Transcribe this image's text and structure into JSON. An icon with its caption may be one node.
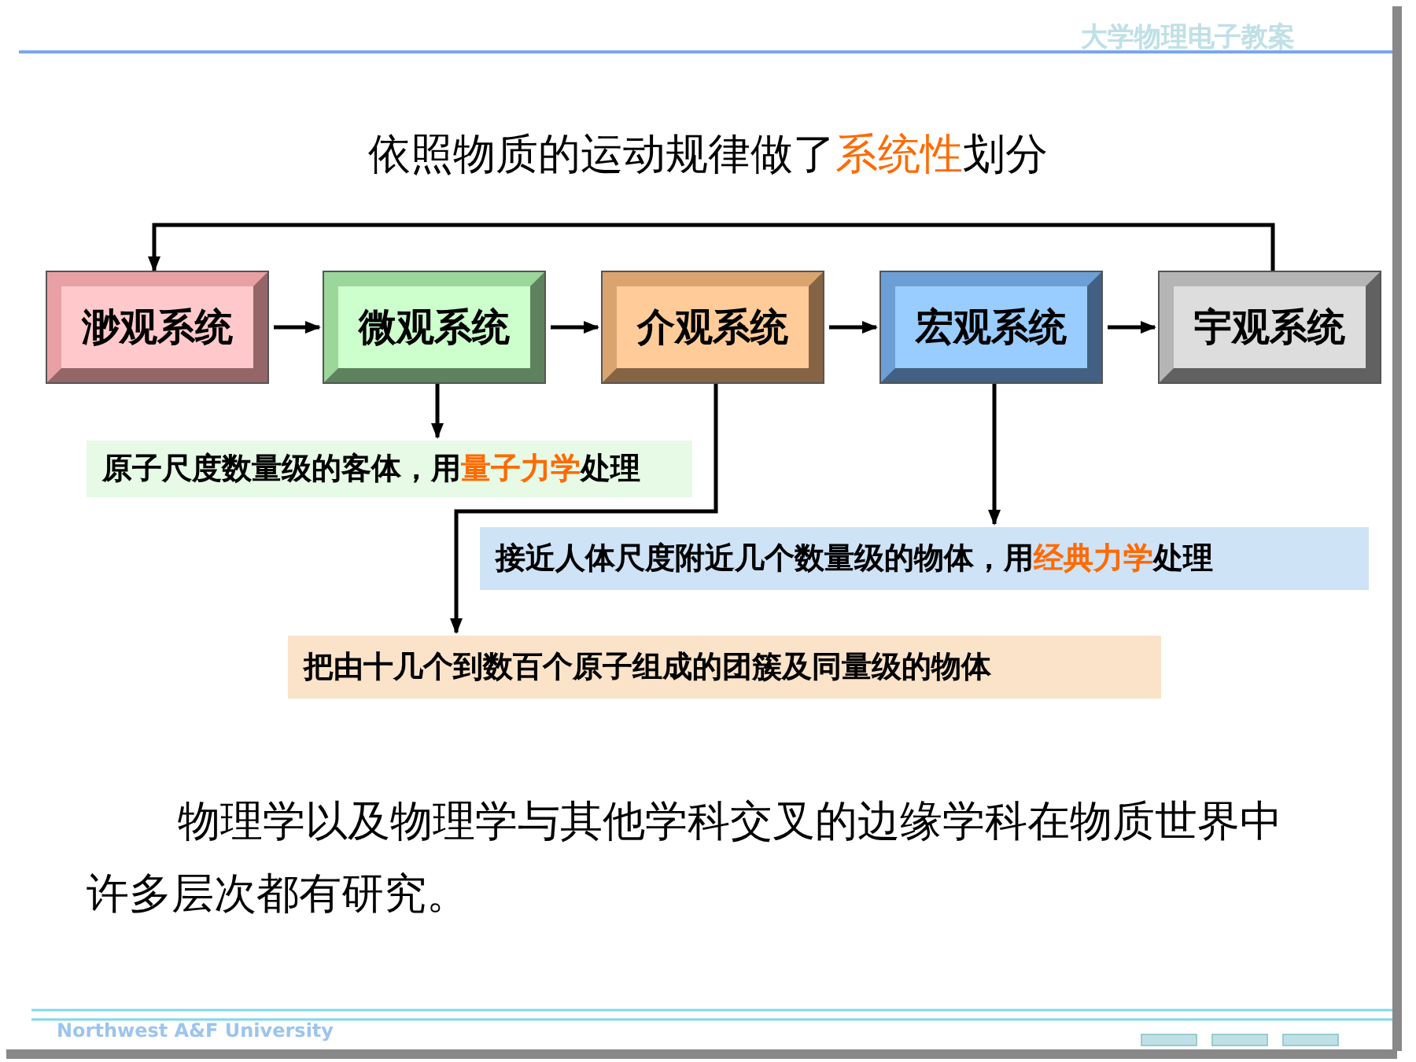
{
  "diagram": {
    "title": "依照物质的运动规律做了**系统性**划分",
    "nodes": [
      {
        "text": [
          "渺观系统"
        ]
      },
      {
        "text": [
          "微观系统"
        ]
      },
      {
        "text": [
          "介观系统"
        ]
      },
      {
        "text": [
          "宏观系统"
        ]
      },
      {
        "text": [
          "宇观系统"
        ]
      },
      {
        "text": [
          "原子尺度数量级的客体，用**量子力学**处理"
        ]
      },
      {
        "text": [
          "接近人体尺度附近几个数量级的物体，用**经典力学**处理"
        ]
      },
      {
        "text": [
          "把由十几个到数百个原子组成的团簇及同量级的物体"
        ]
      }
    ],
    "edges": [
      {
        "from": 0,
        "to": 1,
        "arrow": "to"
      },
      {
        "from": 1,
        "to": 2,
        "arrow": "to"
      },
      {
        "from": 2,
        "to": 3,
        "arrow": "to"
      },
      {
        "from": 3,
        "to": 4,
        "arrow": "to"
      },
      {
        "from": 4,
        "to": 0,
        "arrow": "to"
      },
      {
        "from": 1,
        "to": 5,
        "arrow": "to"
      },
      {
        "from": 3,
        "to": 6,
        "arrow": "to"
      },
      {
        "from": 2,
        "to": 7,
        "arrow": "to"
      }
    ],
    "labels": [
      "大学物理电子教案",
      "物理学以及物理学与其他学科交叉的边缘学科在物质世界中许多层次都有研究。",
      "Northwest A&F University"
    ]
  }
}
